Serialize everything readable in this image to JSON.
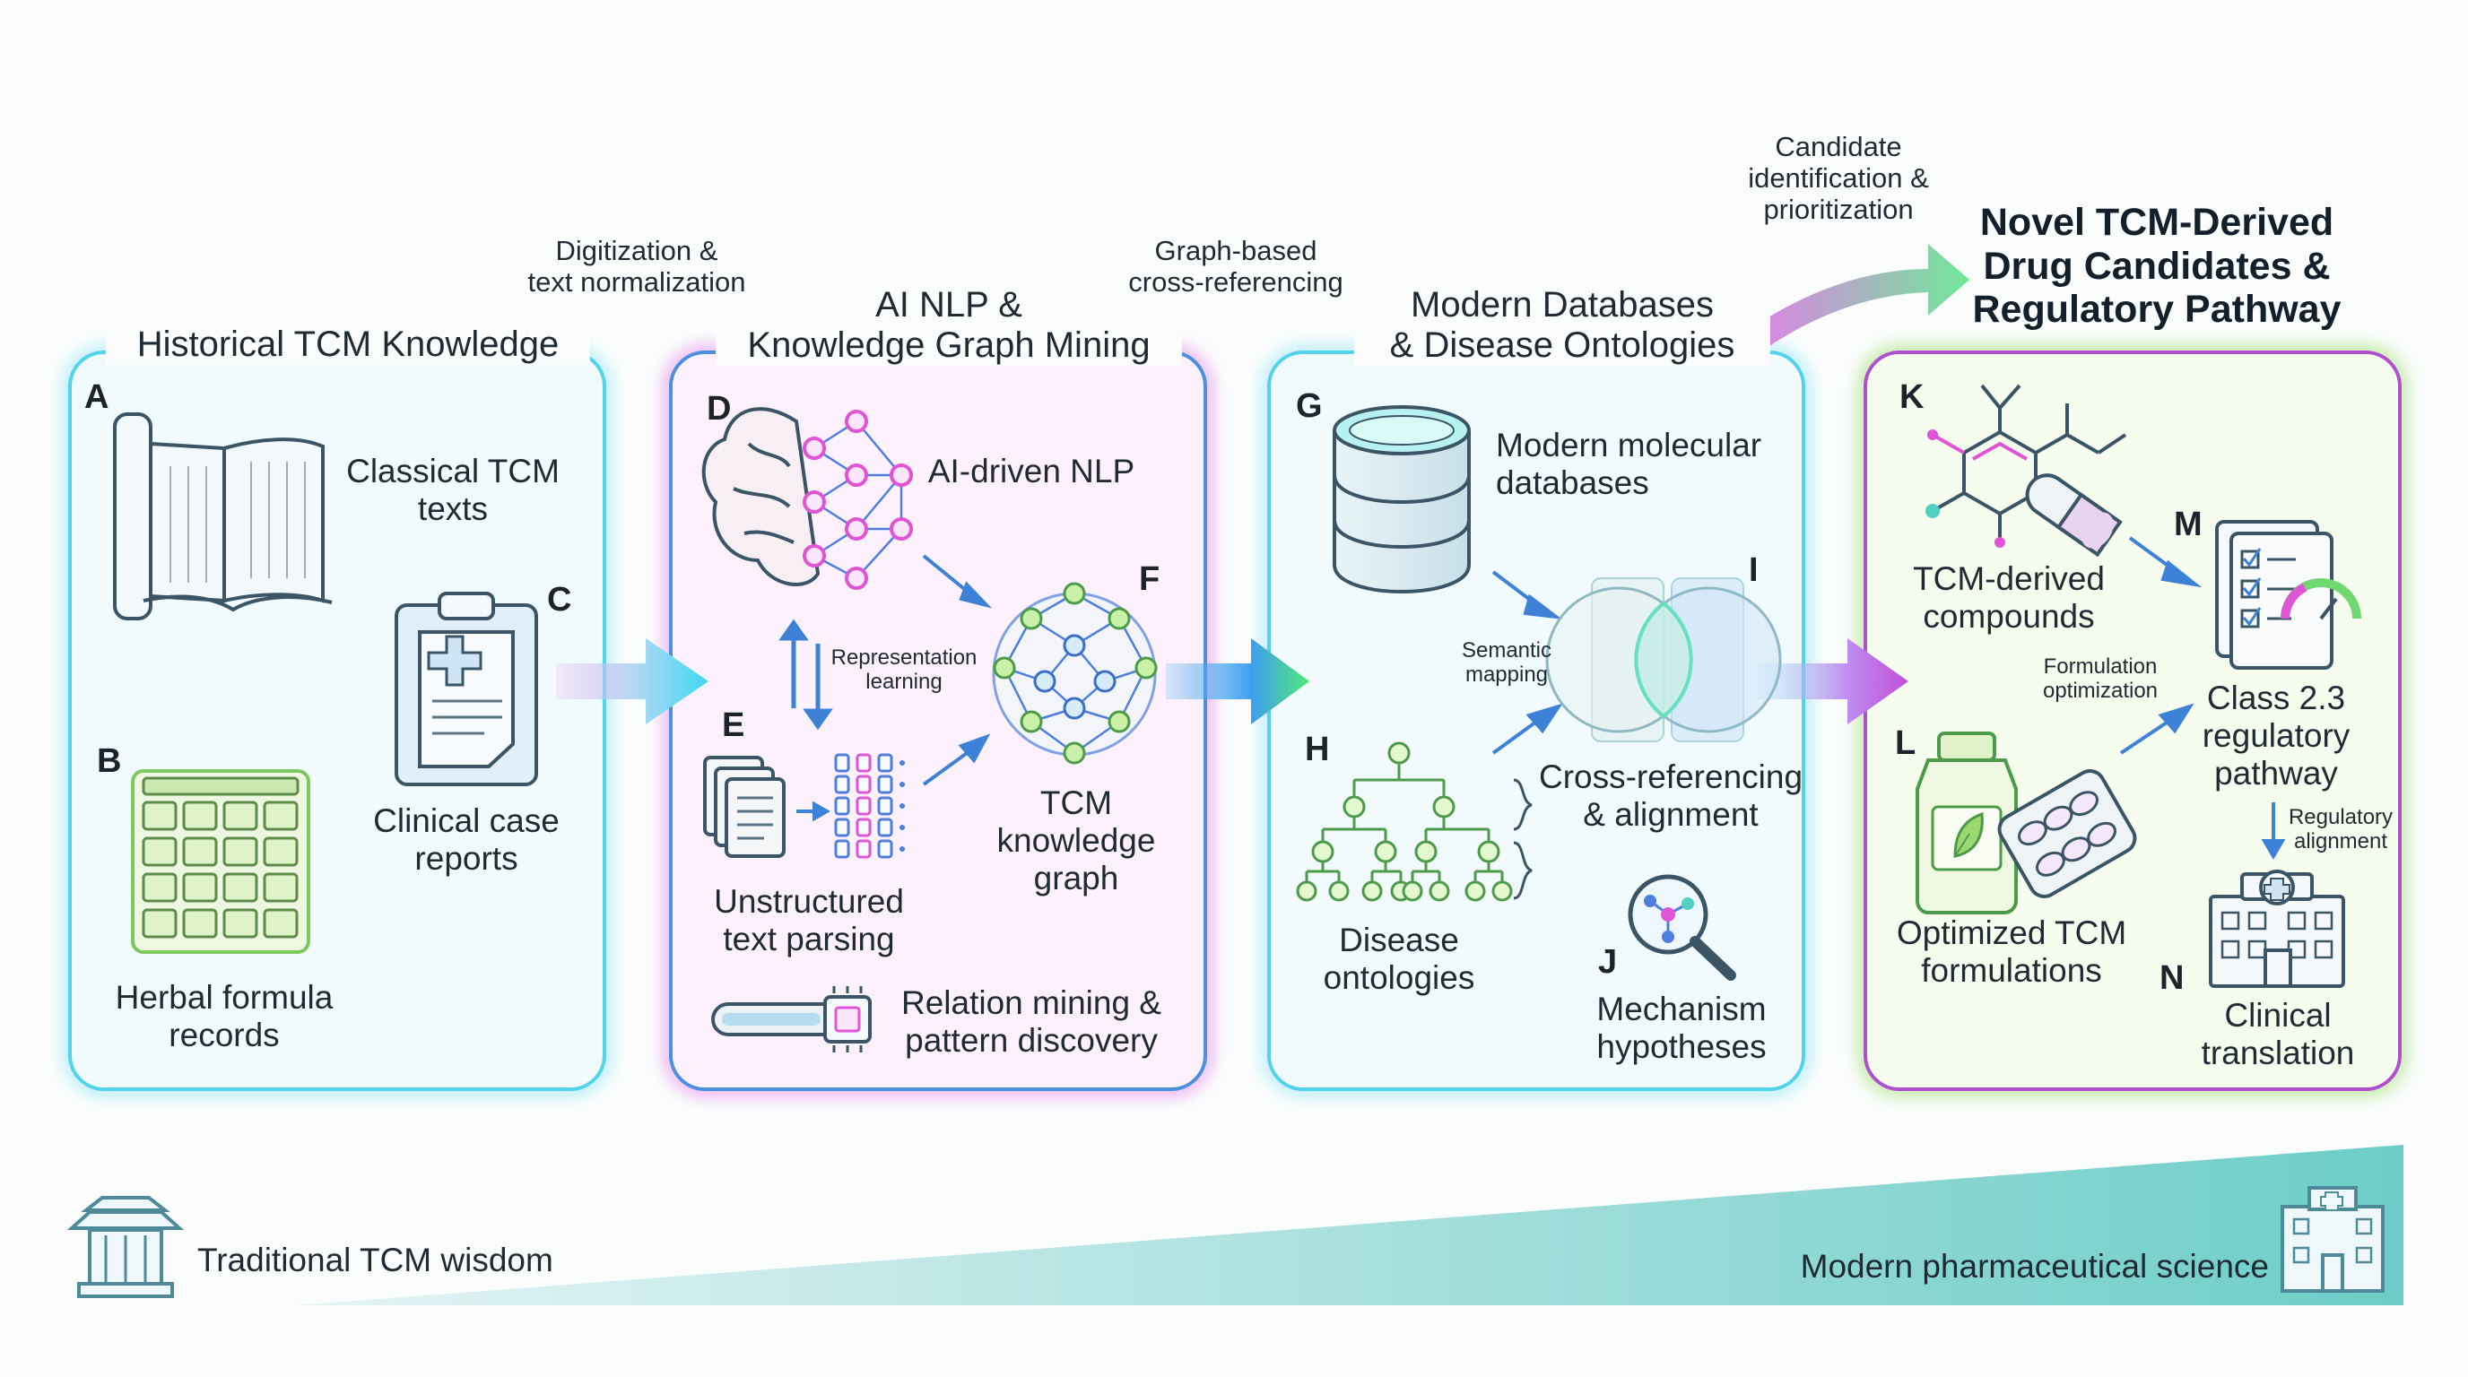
{
  "panels": {
    "historical": {
      "title": "Historical TCM Knowledge",
      "items": {
        "A": {
          "letter": "A",
          "label": "Classical TCM\ntexts"
        },
        "B": {
          "letter": "B",
          "label": "Herbal formula\nrecords"
        },
        "C": {
          "letter": "C",
          "label": "Clinical case\nreports"
        }
      }
    },
    "ai": {
      "title": "AI NLP &\nKnowledge Graph Mining",
      "items": {
        "D": {
          "letter": "D",
          "label": "AI-driven NLP"
        },
        "E": {
          "letter": "E",
          "label": "Unstructured\ntext parsing"
        },
        "F": {
          "letter": "F",
          "label": "TCM\nknowledge\ngraph"
        },
        "relation": {
          "label": "Relation mining &\npattern discovery"
        },
        "rep": {
          "label": "Representation\nlearning"
        }
      }
    },
    "databases": {
      "title": "Modern Databases\n& Disease Ontologies",
      "items": {
        "G": {
          "letter": "G",
          "label": "Modern molecular\ndatabases"
        },
        "H": {
          "letter": "H",
          "label": "Disease\nontologies"
        },
        "I": {
          "letter": "I",
          "label": "Cross-referencing\n& alignment"
        },
        "J": {
          "letter": "J",
          "label": "Mechanism\nhypotheses"
        },
        "semantic": {
          "label": "Semantic\nmapping"
        }
      }
    },
    "novel": {
      "title": "Novel TCM-Derived\nDrug Candidates &\nRegulatory Pathway",
      "items": {
        "K": {
          "letter": "K",
          "label": "TCM-derived\ncompounds"
        },
        "L": {
          "letter": "L",
          "label": "Optimized TCM\nformulations"
        },
        "M": {
          "letter": "M",
          "label": "Class 2.3\nregulatory\npathway"
        },
        "N": {
          "letter": "N",
          "label": "Clinical\ntranslation"
        },
        "formulation": {
          "label": "Formulation\noptimization"
        },
        "regulatory": {
          "label": "Regulatory\nalignment"
        }
      }
    }
  },
  "connectors": {
    "digitization": "Digitization &\ntext normalization",
    "graph_based": "Graph-based\ncross-referencing",
    "candidate": "Candidate\nidentification &\nprioritization"
  },
  "footer": {
    "traditional": "Traditional TCM wisdom",
    "modern": "Modern pharmaceutical science"
  },
  "colors": {
    "cyan": "#3fd8f0",
    "magenta": "#e070e8",
    "blue": "#4fa0f0",
    "green": "#9fe070",
    "purple": "#b050d0"
  }
}
